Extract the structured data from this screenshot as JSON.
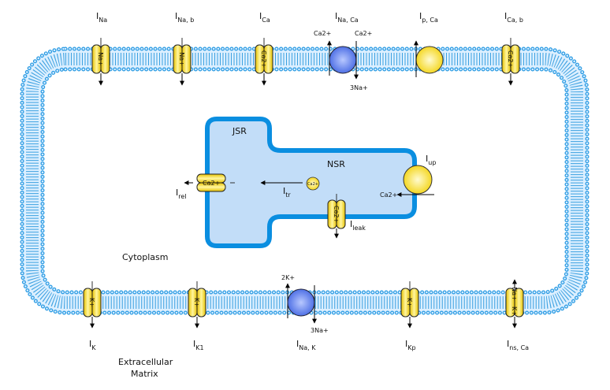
{
  "labels": {
    "cytoplasm": "Cytoplasm",
    "extracellular_1": "Extracellular",
    "extracellular_2": "Matrix",
    "jsr": "JSR",
    "nsr": "NSR"
  },
  "top_currents": [
    {
      "main": "I",
      "sub": "Na",
      "ion": "Na+"
    },
    {
      "main": "I",
      "sub": "Na, b",
      "ion": "Na+"
    },
    {
      "main": "I",
      "sub": "Ca",
      "ion": "Ca2+"
    },
    {
      "main": "I",
      "sub": "Na, Ca",
      "ion_out": "Ca2+",
      "ion_in": "Ca2+",
      "ion_na": "3Na+"
    },
    {
      "main": "I",
      "sub": "p, Ca"
    },
    {
      "main": "I",
      "sub": "Ca, b",
      "ion": "Ca2+"
    }
  ],
  "bottom_currents": [
    {
      "main": "I",
      "sub": "K",
      "ion": "K+"
    },
    {
      "main": "I",
      "sub": "K1",
      "ion": "K+"
    },
    {
      "main": "I",
      "sub": "Na, K",
      "ion_k": "2K+",
      "ion_na": "3Na+"
    },
    {
      "main": "I",
      "sub": "Kp",
      "ion": "K+"
    },
    {
      "main": "I",
      "sub": "ns, Ca",
      "ion_a": "Na+",
      "ion_b": "K+"
    }
  ],
  "sr_currents": {
    "rel": {
      "main": "I",
      "sub": "rel",
      "ion": "Ca2+"
    },
    "tr": {
      "main": "I",
      "sub": "tr",
      "ion": "Ca2+"
    },
    "leak": {
      "main": "I",
      "sub": "leak",
      "ion": "Ca2+"
    },
    "up": {
      "main": "I",
      "sub": "up",
      "ion": "Ca2+"
    }
  },
  "colors": {
    "membrane": "#2a9be3",
    "sr_fill": "#c2ddf8",
    "sr_border": "#0a8ee0",
    "channel": "#f5d90a",
    "pump_blue": "#4a6ee8"
  }
}
